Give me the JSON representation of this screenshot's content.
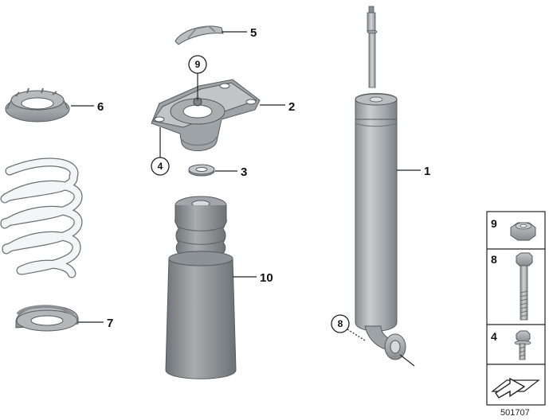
{
  "diagram": {
    "parts": {
      "shock_absorber": "1",
      "support_bearing": "2",
      "washer": "3",
      "bolt_small": "4",
      "cap": "5",
      "upper_spring_pad": "6",
      "lower_spring_pad": "7",
      "hex_bolt": "8",
      "hex_nut": "9",
      "bump_stop_boot": "10"
    },
    "circled_refs": {
      "nut_on_bearing": "9",
      "bolt_on_bearing": "4",
      "bolt_on_shock": "8"
    },
    "legend_panel": {
      "nut": "9",
      "bolt_long": "8",
      "bolt_small": "4"
    },
    "diagram_id": "501707",
    "colors": {
      "part_gray": "#a7abae",
      "part_dark": "#7d8286",
      "spring_white": "#f4f5f6",
      "outline": "#555a5e"
    }
  }
}
